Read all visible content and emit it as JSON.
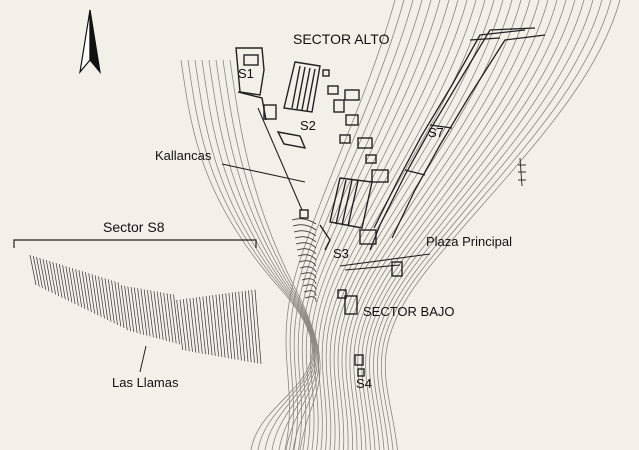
{
  "labels": {
    "sector_alto": "SECTOR ALTO",
    "s1": "S1",
    "s2": "S2",
    "kallancas": "Kallancas",
    "s7": "S7",
    "sector_s8": "Sector S8",
    "plaza_principal": "Plaza Principal",
    "s3": "S3",
    "sector_bajo": "SECTOR BAJO",
    "las_llamas": "Las Llamas",
    "s4": "S4"
  },
  "north_arrow": {
    "icon": "north-arrow-icon"
  },
  "colors": {
    "background": "#f3f0ea",
    "ink": "#222222",
    "contour": "#8a8580"
  }
}
